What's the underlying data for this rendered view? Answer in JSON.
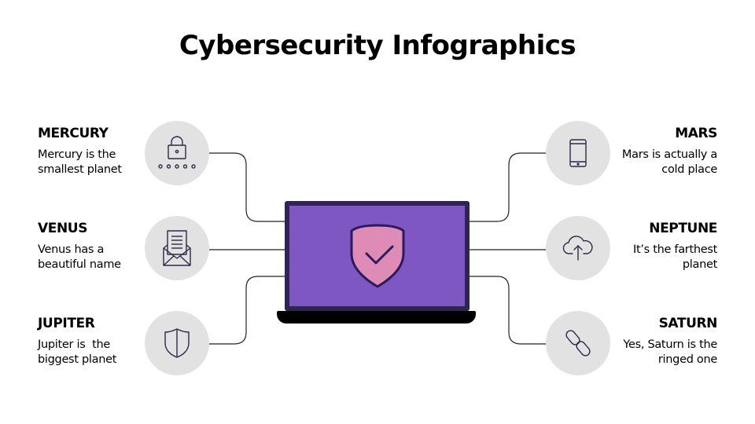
{
  "title": "Cybersecurity Infographics",
  "colors": {
    "background": "#ffffff",
    "circle_fill": "#e2e2e2",
    "icon_stroke": "#2d2a45",
    "laptop_bezel": "#2d2650",
    "laptop_screen": "#7e57c2",
    "laptop_base": "#000000",
    "shield_fill": "#de8bb5",
    "shield_stroke": "#2a1a5e",
    "connector": "#222222"
  },
  "center": {
    "device": "laptop",
    "screen_icon": "shield-check-icon"
  },
  "left_items": [
    {
      "name": "MERCURY",
      "desc_line1": "Mercury is the",
      "desc_line2": "smallest planet",
      "icon": "password-lock-icon"
    },
    {
      "name": "VENUS",
      "desc_line1": "Venus has a",
      "desc_line2": "beautiful name",
      "icon": "open-envelope-letter-icon"
    },
    {
      "name": "JUPITER",
      "desc_line1": "Jupiter is  the",
      "desc_line2": "biggest planet",
      "icon": "shield-icon"
    }
  ],
  "right_items": [
    {
      "name": "MARS",
      "desc_line1": "Mars is actually a",
      "desc_line2": "cold place",
      "icon": "smartphone-icon"
    },
    {
      "name": "NEPTUNE",
      "desc_line1": "It’s the farthest",
      "desc_line2": "planet",
      "icon": "cloud-upload-icon"
    },
    {
      "name": "SATURN",
      "desc_line1": "Yes, Saturn is the",
      "desc_line2": "ringed one",
      "icon": "link-chain-icon"
    }
  ]
}
